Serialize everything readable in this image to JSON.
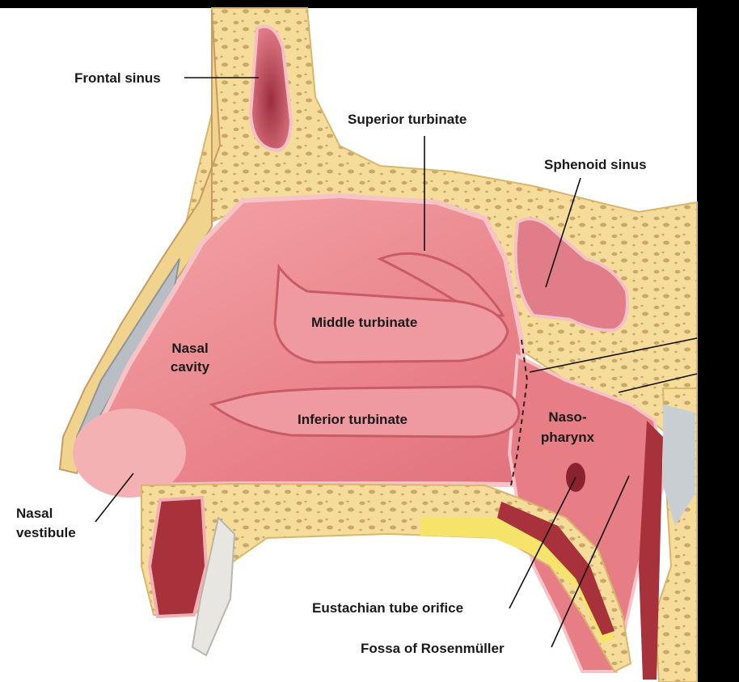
{
  "labels": {
    "frontal_sinus": "Frontal sinus",
    "superior_turbinate": "Superior turbinate",
    "sphenoid_sinus": "Sphenoid sinus",
    "middle_turbinate": "Middle turbinate",
    "nasal_cavity_line1": "Nasal",
    "nasal_cavity_line2": "cavity",
    "inferior_turbinate": "Inferior turbinate",
    "nasopharynx_line1": "Naso-",
    "nasopharynx_line2": "pharynx",
    "nasal_vestibule_line1": "Nasal",
    "nasal_vestibule_line2": "vestibule",
    "eustachian_tube_orifice": "Eustachian tube orifice",
    "fossa_of_rosenmuller": "Fossa of Rosenmüller"
  },
  "colors": {
    "bone": "#f5dc9a",
    "bone_pore": "#c9a86a",
    "mucosa": "#e77e86",
    "mucosa_light": "#f2a8ac",
    "mucosa_dark": "#c24f5c",
    "sinus": "#d86a78",
    "muscle": "#a8323c",
    "fat": "#f6e46a",
    "cartilage": "#b9bec4",
    "frame": "#000000"
  }
}
